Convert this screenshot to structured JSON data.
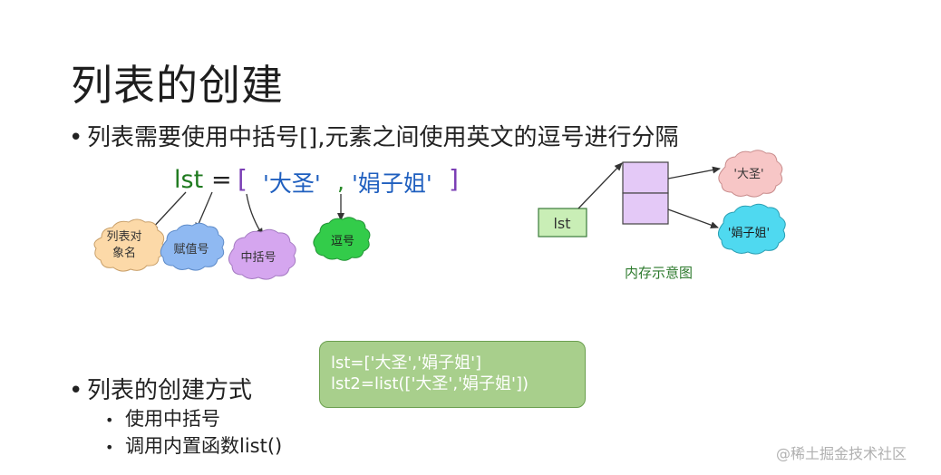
{
  "title": "列表的创建",
  "bullet1": "列表需要使用中括号[],元素之间使用英文的逗号进行分隔",
  "code_line": {
    "lst": "lst",
    "eq": "=",
    "lbracket": "[",
    "item1": "'大圣'",
    "comma": ",",
    "item2": "'娟子姐'",
    "rbracket": "]"
  },
  "callouts": {
    "list_object_name_line1": "列表对",
    "list_object_name_line2": "象名",
    "assignment": "赋值号",
    "brackets": "中括号",
    "comma": "逗号"
  },
  "memory_diagram": {
    "lst_box": "lst",
    "cloud1": "'大圣'",
    "cloud2": "'娟子姐'",
    "caption": "内存示意图"
  },
  "bullet2": "列表的创建方式",
  "sub_bullets": [
    "使用中括号",
    "调用内置函数list()"
  ],
  "code_box": {
    "line1": "lst=['大圣','娟子姐']",
    "line2": "lst2=list(['大圣','娟子姐'])"
  },
  "watermark": "@稀土掘金技术社区",
  "colors": {
    "cloud_orange": "#fcd9a8",
    "cloud_blue": "#8fb9f2",
    "cloud_purple": "#d5a6ef",
    "cloud_green": "#33cc4a",
    "cloud_pink": "#f7c6c6",
    "cloud_cyan": "#4fd9f0",
    "memory_cell": "#e4c9f7",
    "lst_box": "#c9eeb6",
    "code_box": "#a8cf8c"
  }
}
